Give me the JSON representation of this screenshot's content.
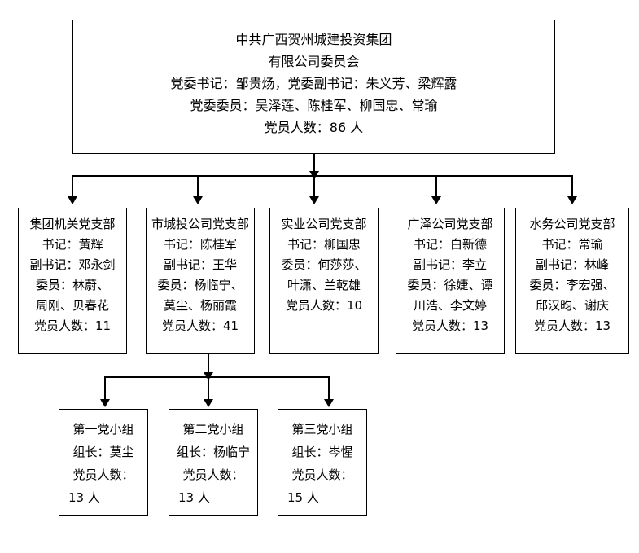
{
  "chart_data": {
    "type": "diagram",
    "title": "中共广西贺州城建投资集团有限公司委员会党组织架构图",
    "layout": "top-down org chart, 1 root, 5 branches, 3 sub-groups under branch 2"
  },
  "root": {
    "lines": [
      "中共广西贺州城建投资集团",
      "有限公司委员会",
      "党委书记：邹贵炀，党委副书记：朱义芳、梁辉露",
      "党委委员：吴泽莲、陈桂军、柳国忠、常瑜",
      "党员人数：86 人"
    ],
    "name": "中共广西贺州城建投资集团有限公司委员会",
    "secretary": "邹贵炀",
    "deputy_secretaries": [
      "朱义芳",
      "梁辉露"
    ],
    "members": [
      "吴泽莲",
      "陈桂军",
      "柳国忠",
      "常瑜"
    ],
    "member_count": "86"
  },
  "branches": [
    {
      "name": "集团机关党支部",
      "secretary": "黄辉",
      "deputy": "邓永剑",
      "members": [
        "林蔚",
        "周刚",
        "贝春花"
      ],
      "member_count": "11",
      "lines": [
        "集团机关党支部",
        "书记：黄辉",
        "副书记：邓永剑",
        "委员：林蔚、",
        "周刚、贝春花",
        "党员人数：11"
      ]
    },
    {
      "name": "市城投公司党支部",
      "secretary": "陈桂军",
      "deputy": "王华",
      "members": [
        "杨临宁",
        "莫尘",
        "杨丽霞"
      ],
      "member_count": "41",
      "lines": [
        "市城投公司党支部",
        "书记：陈桂军",
        "副书记：王华",
        "委员：杨临宁、",
        "莫尘、杨丽霞",
        "党员人数：41"
      ]
    },
    {
      "name": "实业公司党支部",
      "secretary": "柳国忠",
      "deputy": "",
      "members": [
        "何莎莎",
        "叶潇",
        "兰乾雄"
      ],
      "member_count": "10",
      "lines": [
        "实业公司党支部",
        "书记：柳国忠",
        "委员：何莎莎、",
        "叶潇、兰乾雄",
        "党员人数：10"
      ]
    },
    {
      "name": "广泽公司党支部",
      "secretary": "白新德",
      "deputy": "李立",
      "members": [
        "徐婕",
        "谭川浩",
        "李文婷"
      ],
      "member_count": "13",
      "lines": [
        "广泽公司党支部",
        "书记：白新德",
        "副书记：李立",
        "委员：徐婕、谭",
        "川浩、李文婷",
        "党员人数：13"
      ]
    },
    {
      "name": "水务公司党支部",
      "secretary": "常瑜",
      "deputy": "林峰",
      "members": [
        "李宏强",
        "邱汉昀",
        "谢庆"
      ],
      "member_count": "13",
      "lines": [
        "水务公司党支部",
        "书记：常瑜",
        "副书记：林峰",
        "委员：李宏强、",
        "邱汉昀、谢庆",
        "党员人数：13"
      ]
    }
  ],
  "groups": [
    {
      "name": "第一党小组",
      "leader": "莫尘",
      "member_count": "13",
      "lines": [
        "第一党小组",
        "组长：莫尘",
        "党员人数：",
        "13 人"
      ]
    },
    {
      "name": "第二党小组",
      "leader": "杨临宁",
      "member_count": "13",
      "lines": [
        "第二党小组",
        "组长：杨临宁",
        "党员人数：",
        "13 人"
      ]
    },
    {
      "name": "第三党小组",
      "leader": "岑惺",
      "member_count": "15",
      "lines": [
        "第三党小组",
        "组长：岑惺",
        "党员人数：",
        "15 人"
      ]
    }
  ],
  "colors": {
    "border": "#000000",
    "text": "#000000",
    "background": "#ffffff",
    "connector": "#000000"
  }
}
